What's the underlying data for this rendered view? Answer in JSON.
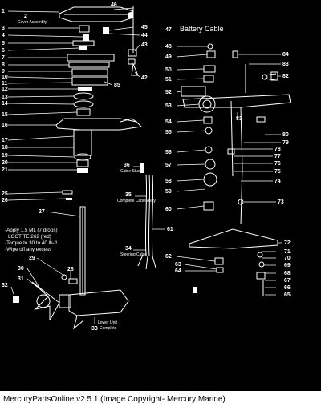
{
  "caption": "MercuryPartsOnline v2.5.1 (Image Copyright- Mercury Marine)",
  "labels": {
    "cover_assembly": "Cover Assembly",
    "battery_cable": "Battery Cable",
    "cable_stud": "Cable Stud",
    "complete_cable_assy": "Complete Cable Assy.",
    "steering_cable": "Steering Cable",
    "lower_unit_complete_1": "Lower Unit",
    "lower_unit_complete_2": "Complete"
  },
  "note": {
    "line1": "-Apply 1.5 ML (7 drops)",
    "line2": "LOCTITE 262 (red)",
    "line3": "-Torque to 30 to 40 lb-ft",
    "line4": "-Wipe off any excess"
  },
  "callouts": {
    "n1": "1",
    "n2": "2",
    "n3": "3",
    "n4": "4",
    "n5": "5",
    "n6": "6",
    "n7": "7",
    "n8": "8",
    "n9": "9",
    "n10": "10",
    "n11": "11",
    "n12": "12",
    "n13": "13",
    "n14": "14",
    "n15": "15",
    "n16": "16",
    "n17": "17",
    "n18": "18",
    "n19": "19",
    "n20": "20",
    "n21": "21",
    "n25": "25",
    "n26": "26",
    "n27": "27",
    "n28": "28",
    "n29": "29",
    "n30": "30",
    "n31": "31",
    "n32": "32",
    "n33": "33",
    "n34": "34",
    "n35": "35",
    "n36": "36",
    "n42": "42",
    "n43": "43",
    "n44": "44",
    "n45": "45",
    "n46": "46",
    "n47": "47",
    "n48": "48",
    "n49": "49",
    "n50": "50",
    "n51": "51",
    "n52": "52",
    "n53": "53",
    "n54": "54",
    "n55": "55",
    "n56": "56",
    "n57": "57",
    "n58": "58",
    "n59": "59",
    "n60": "60",
    "n61": "61",
    "n62": "62",
    "n63": "63",
    "n64": "64",
    "n65": "65",
    "n66": "66",
    "n67": "67",
    "n68": "68",
    "n69": "69",
    "n70": "70",
    "n71": "71",
    "n72": "72",
    "n73": "73",
    "n74": "74",
    "n75": "75",
    "n76": "76",
    "n77": "77",
    "n78": "78",
    "n79": "79",
    "n80": "80",
    "n81": "81",
    "n82": "82",
    "n83": "83",
    "n84": "84",
    "n85": "85"
  },
  "colors": {
    "background": "#000000",
    "lines": "#ffffff",
    "caption_bg": "#ffffff",
    "caption_text": "#000000"
  }
}
